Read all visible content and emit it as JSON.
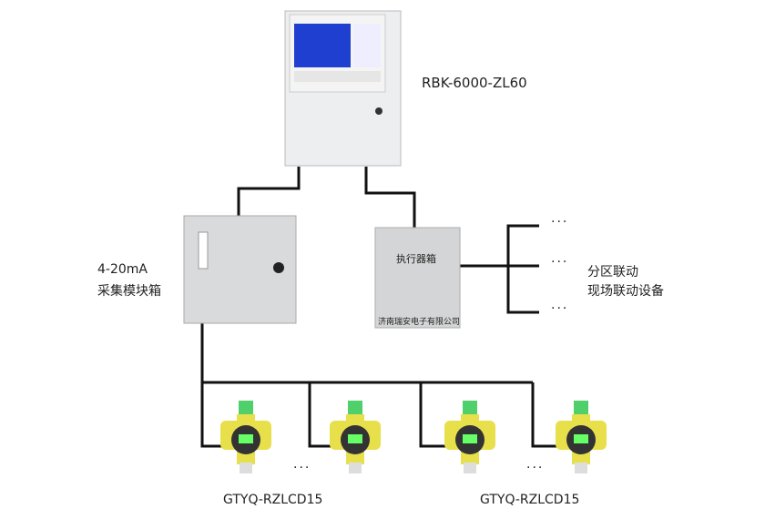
{
  "controller": {
    "model": "RBK-6000-ZL60"
  },
  "module_box": {
    "line1": "4-20mA",
    "line2": "采集模块箱"
  },
  "executor_box": {
    "title": "执行器箱",
    "maker": "济南瑞安电子有限公司"
  },
  "linkage": {
    "line1": "分区联动",
    "line2": "现场联动设备",
    "dots": "···"
  },
  "detectors": {
    "label_left": "GTYQ-RZLCD15",
    "label_right": "GTYQ-RZLCD15",
    "dots": "···"
  },
  "colors": {
    "wire": "#111111",
    "screen": "#1f3fd0",
    "detector": "#e8e04a",
    "beacon": "#4fd06a"
  }
}
